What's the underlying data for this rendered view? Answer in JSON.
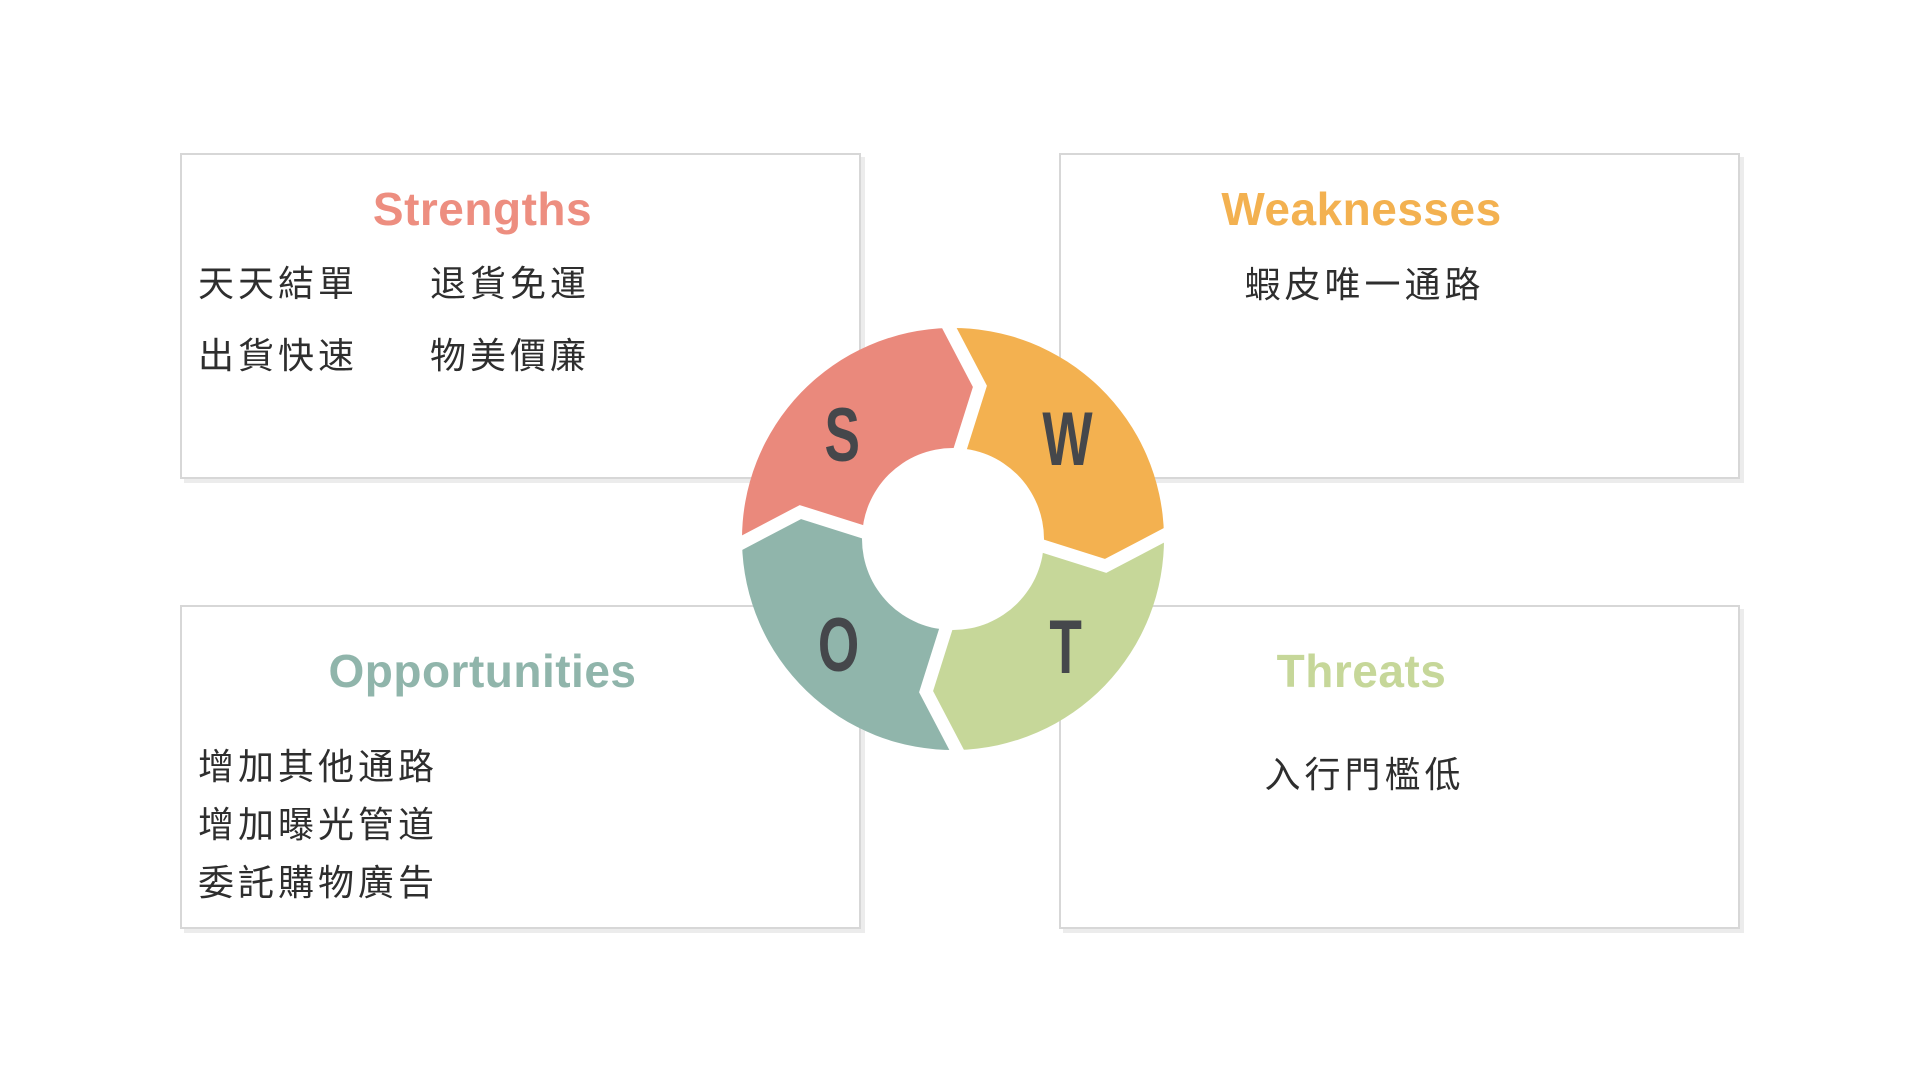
{
  "wheel": {
    "letter_color": "#45474B",
    "segments": [
      {
        "id": "strengths",
        "letter": "S",
        "color": "#EA897C"
      },
      {
        "id": "weaknesses",
        "letter": "W",
        "color": "#F3B150"
      },
      {
        "id": "threats",
        "letter": "T",
        "color": "#C6D799"
      },
      {
        "id": "opportunities",
        "letter": "O",
        "color": "#90B5AB"
      }
    ]
  },
  "boxes": {
    "strengths": {
      "title": "Strengths",
      "title_color": "#ED8E80",
      "items": [
        "天天結單",
        "退貨免運",
        "出貨快速",
        "物美價廉"
      ]
    },
    "weaknesses": {
      "title": "Weaknesses",
      "title_color": "#F3B150",
      "items": [
        "蝦皮唯一通路"
      ]
    },
    "opportunities": {
      "title": "Opportunities",
      "title_color": "#90B5AB",
      "items": [
        "增加其他通路",
        "增加曝光管道",
        "委託購物廣告"
      ]
    },
    "threats": {
      "title": "Threats",
      "title_color": "#C6D799",
      "items": [
        "入行門檻低"
      ]
    }
  }
}
